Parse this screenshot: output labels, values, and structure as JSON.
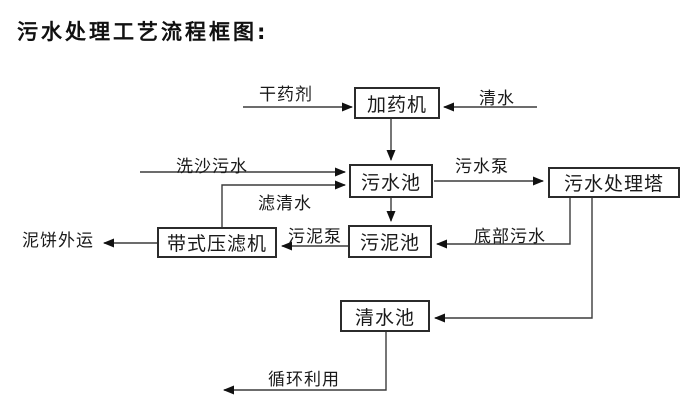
{
  "title": "污水处理工艺流程框图:",
  "nodes": {
    "dosing_machine": "加药机",
    "sewage_pool": "污水池",
    "treatment_tower": "污水处理塔",
    "sludge_pool": "污泥池",
    "belt_filter_press": "带式压滤机",
    "clear_water_pool": "清水池"
  },
  "edge_labels": {
    "dry_agent": "干药剂",
    "clear_water": "清水",
    "sand_washing_sewage": "洗沙污水",
    "sewage_pump": "污水泵",
    "filtered_water": "滤清水",
    "sludge_pump": "污泥泵",
    "bottom_sewage": "底部污水",
    "mud_cake_out": "泥饼外运",
    "recycle_use": "循环利用"
  },
  "colors": {
    "background": "#ffffff",
    "line": "#3c3c3c",
    "arrowhead": "#111111",
    "box_border": "#2b2b2b",
    "text": "#1a1a1a"
  }
}
